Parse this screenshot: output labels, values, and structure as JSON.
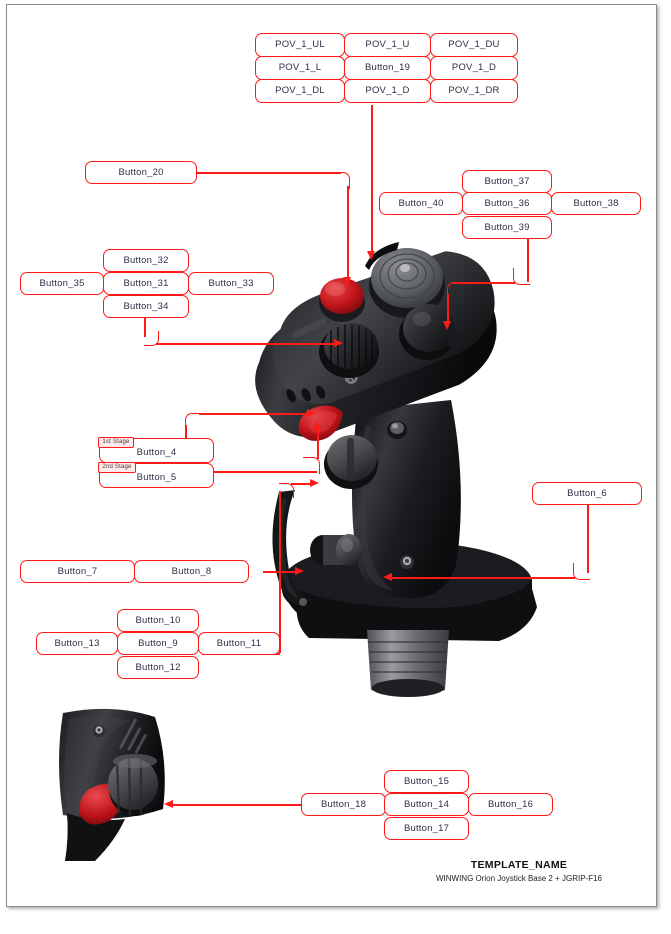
{
  "document": {
    "footer_title": "TEMPLATE_NAME",
    "footer_subtitle": "WINWING Orion Joystick Base 2 + JGRIP-F16",
    "accent_color": "#ff1a1a",
    "label_text_color": "#2a2f45",
    "page_border_color": "#8a8a8a"
  },
  "callouts": {
    "pov_group": {
      "ul": "POV_1_UL",
      "u": "POV_1_U",
      "du": "POV_1_DU",
      "l": "POV_1_L",
      "center": "Button_19",
      "r": "POV_1_D",
      "dl": "POV_1_DL",
      "d": "POV_1_D",
      "dr": "POV_1_DR"
    },
    "button_20": "Button_20",
    "group_36": {
      "up": "Button_37",
      "left": "Button_40",
      "center": "Button_36",
      "right": "Button_38",
      "down": "Button_39"
    },
    "group_31": {
      "up": "Button_32",
      "left": "Button_35",
      "center": "Button_31",
      "right": "Button_33",
      "down": "Button_34"
    },
    "trigger": {
      "stage1_tag": "1st Stage",
      "stage1_label": "Button_4",
      "stage2_tag": "2nd Stage",
      "stage2_label": "Button_5"
    },
    "button_6": "Button_6",
    "button_7": "Button_7",
    "button_8": "Button_8",
    "group_9": {
      "up": "Button_10",
      "left": "Button_13",
      "center": "Button_9",
      "right": "Button_11",
      "down": "Button_12"
    },
    "group_14": {
      "up": "Button_15",
      "left": "Button_18",
      "center": "Button_14",
      "right": "Button_16",
      "down": "Button_17"
    }
  }
}
